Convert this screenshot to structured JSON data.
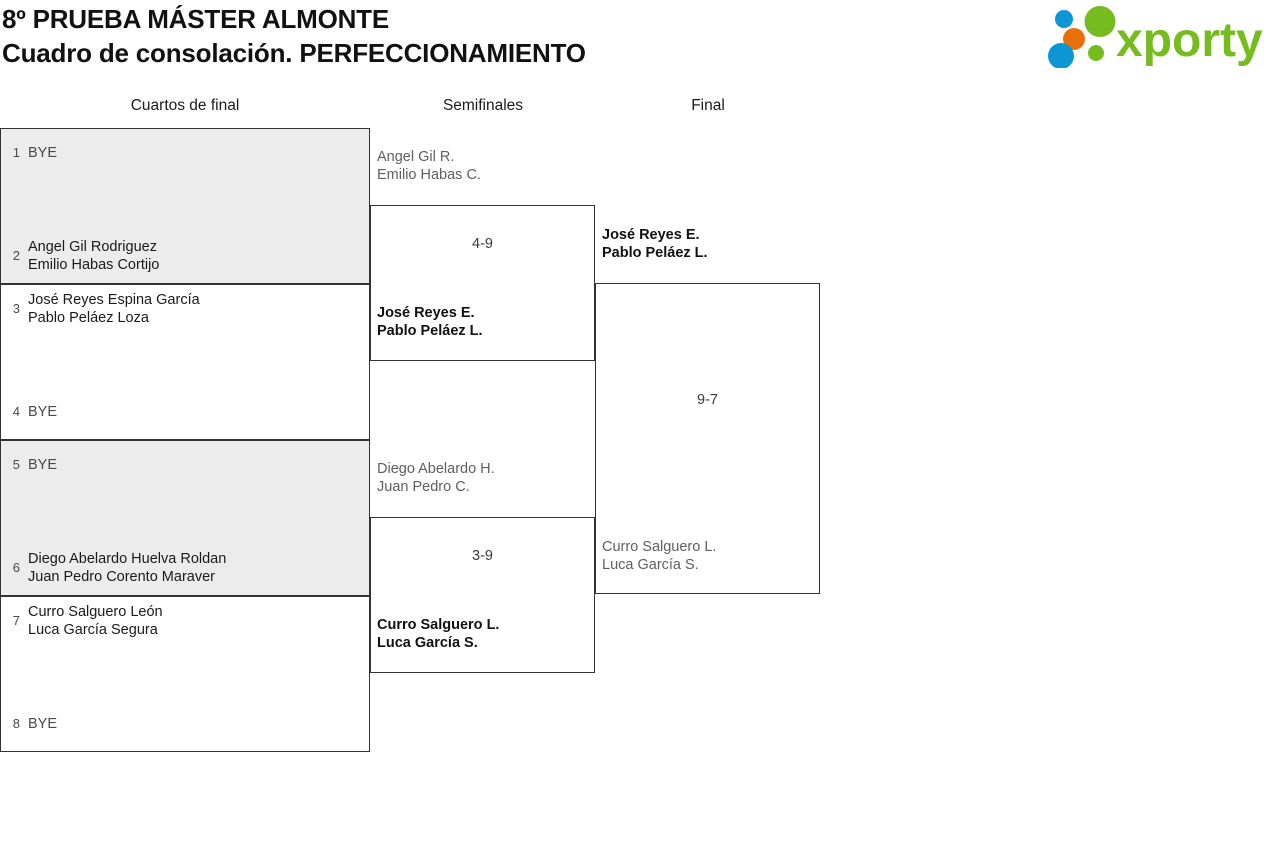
{
  "header": {
    "title_line1": "8º PRUEBA MÁSTER ALMONTE",
    "title_line2": "Cuadro de consolación. PERFECCIONAMIENTO",
    "logo_text": "xporty",
    "logo_colors": {
      "green": "#76bc21",
      "blue": "#0d96d4",
      "orange": "#e8700a"
    }
  },
  "rounds": [
    {
      "label": "Cuartos de final"
    },
    {
      "label": "Semifinales"
    },
    {
      "label": "Final"
    }
  ],
  "round1": {
    "entries": [
      {
        "seed": "1",
        "bye": "BYE",
        "players": [],
        "shaded": true,
        "state": "bye"
      },
      {
        "seed": "2",
        "bye": "",
        "players": [
          "Angel Gil Rodriguez",
          "Emilio Habas Cortijo"
        ],
        "shaded": true,
        "state": "plain"
      },
      {
        "seed": "3",
        "bye": "",
        "players": [
          "José Reyes Espina García",
          "Pablo Peláez Loza"
        ],
        "shaded": false,
        "state": "plain"
      },
      {
        "seed": "4",
        "bye": "BYE",
        "players": [],
        "shaded": false,
        "state": "bye"
      },
      {
        "seed": "5",
        "bye": "BYE",
        "players": [],
        "shaded": true,
        "state": "bye"
      },
      {
        "seed": "6",
        "bye": "",
        "players": [
          "Diego Abelardo Huelva Roldan",
          "Juan Pedro Corento Maraver"
        ],
        "shaded": true,
        "state": "plain"
      },
      {
        "seed": "7",
        "bye": "",
        "players": [
          "Curro Salguero León",
          "Luca García Segura"
        ],
        "shaded": false,
        "state": "plain"
      },
      {
        "seed": "8",
        "bye": "BYE",
        "players": [],
        "shaded": false,
        "state": "bye"
      }
    ]
  },
  "semifinals": [
    {
      "score": "4-9",
      "top": {
        "players": [
          "Angel Gil R.",
          "Emilio Habas C."
        ],
        "result": "lose"
      },
      "bottom": {
        "players": [
          "José Reyes E.",
          "Pablo Peláez L."
        ],
        "result": "win"
      }
    },
    {
      "score": "3-9",
      "top": {
        "players": [
          "Diego Abelardo H.",
          "Juan Pedro C."
        ],
        "result": "lose"
      },
      "bottom": {
        "players": [
          "Curro Salguero L.",
          "Luca García S."
        ],
        "result": "win"
      }
    }
  ],
  "final": {
    "score": "9-7",
    "top": {
      "players": [
        "José Reyes E.",
        "Pablo Peláez L."
      ],
      "result": "win"
    },
    "bottom": {
      "players": [
        "Curro Salguero L.",
        "Luca García S."
      ],
      "result": "lose"
    }
  }
}
